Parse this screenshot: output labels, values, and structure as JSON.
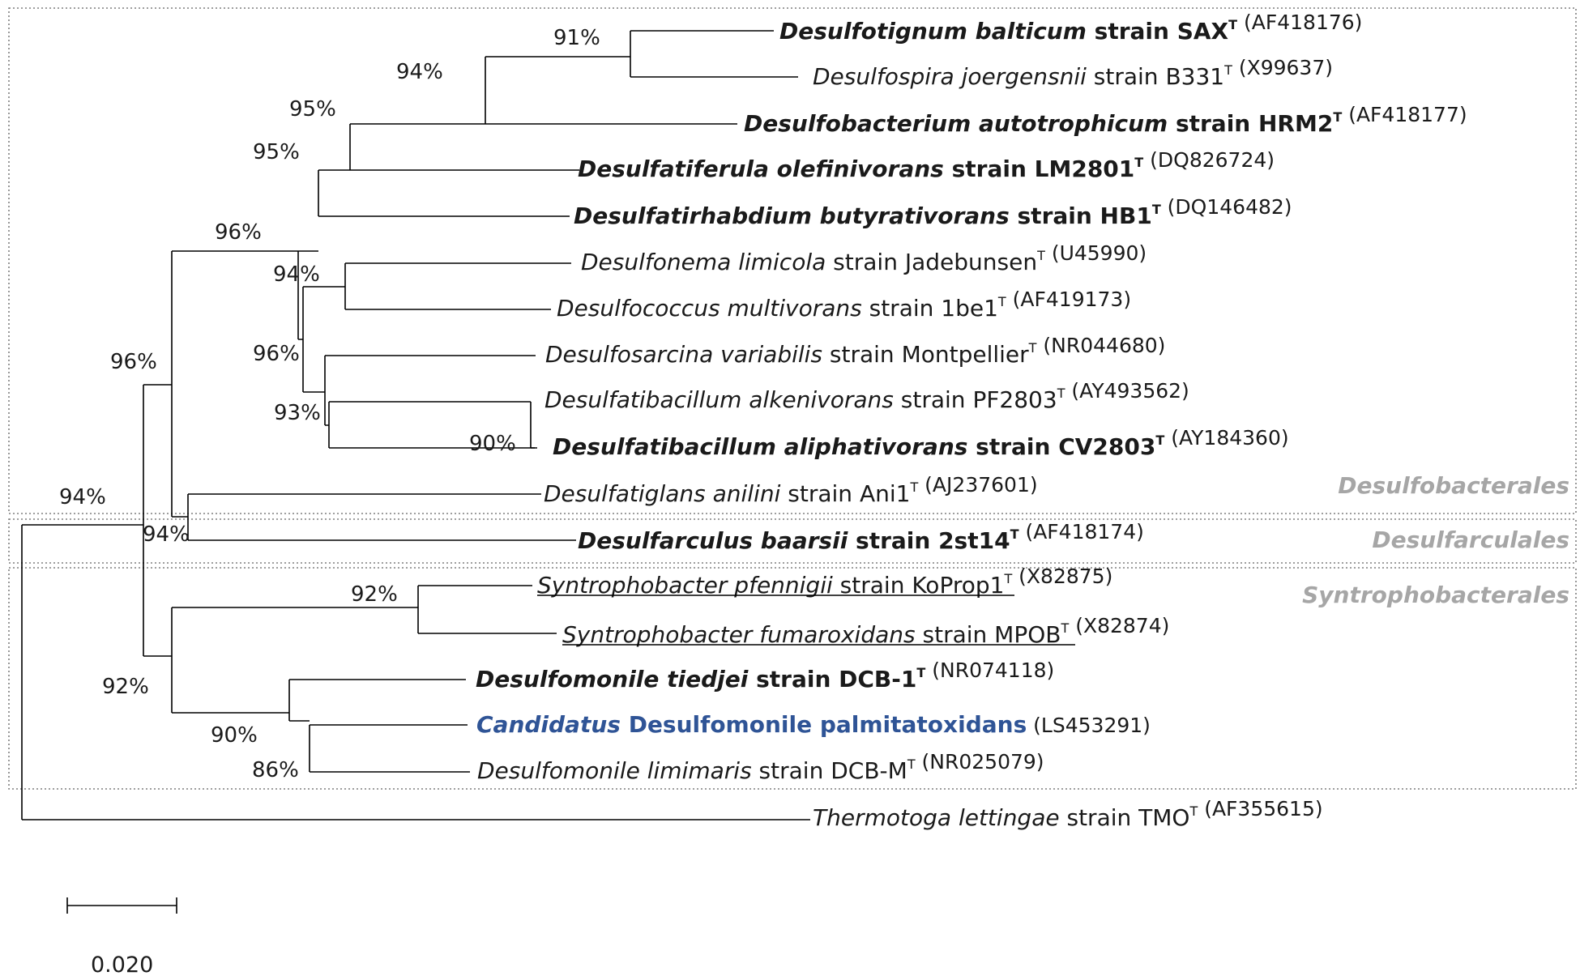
{
  "taxa": [
    {
      "id": "sax",
      "genus": "Desulfotignum",
      "species": "balticum",
      "strain": "SAX",
      "type": "T",
      "acc": "(AF418176)",
      "bold": true
    },
    {
      "id": "b331",
      "genus": "Desulfospira",
      "species": "joergensnii",
      "strain": "B331",
      "type": "T",
      "acc": "(X99637)"
    },
    {
      "id": "hrm2",
      "genus": "Desulfobacterium",
      "species": "autotrophicum",
      "strain": "HRM2",
      "type": "T",
      "acc": "(AF418177)",
      "bold": true
    },
    {
      "id": "lm2801",
      "genus": "Desulfatiferula",
      "species": "olefinivorans",
      "strain": "LM2801",
      "type": "T",
      "acc": "(DQ826724)",
      "bold": true
    },
    {
      "id": "hb1",
      "genus": "Desulfatirhabdium",
      "species": "butyrativorans",
      "strain": "HB1",
      "type": "T",
      "acc": "(DQ146482)",
      "bold": true
    },
    {
      "id": "jade",
      "genus": "Desulfonema",
      "species": "limicola",
      "strain": "Jadebunsen",
      "type": "T",
      "acc": "(U45990)"
    },
    {
      "id": "1be1",
      "genus": "Desulfococcus",
      "species": "multivorans",
      "strain": "1be1",
      "type": "T",
      "acc": "(AF419173)"
    },
    {
      "id": "mont",
      "genus": "Desulfosarcina",
      "species": "variabilis",
      "strain": "Montpellier",
      "type": "T",
      "acc": "(NR044680)"
    },
    {
      "id": "pf2803",
      "genus": "Desulfatibacillum",
      "species": "alkenivorans",
      "strain": "PF2803",
      "type": "T",
      "acc": "(AY493562)"
    },
    {
      "id": "cv2803",
      "genus": "Desulfatibacillum",
      "species": "aliphativorans",
      "strain": "CV2803",
      "type": "T",
      "acc": "(AY184360)",
      "bold": true
    },
    {
      "id": "ani1",
      "genus": "Desulfatiglans",
      "species": "anilini",
      "strain": "Ani1",
      "type": "T",
      "acc": "(AJ237601)"
    },
    {
      "id": "2st14",
      "genus": "Desulfarculus",
      "species": "baarsii",
      "strain": "2st14",
      "type": "T",
      "acc": "(AF418174)",
      "bold": true
    },
    {
      "id": "koprop1",
      "genus": "Syntrophobacter",
      "species": "pfennigii",
      "strain": "KoProp1",
      "type": "T",
      "acc": "(X82875)",
      "underline": true
    },
    {
      "id": "mpob",
      "genus": "Syntrophobacter",
      "species": "fumaroxidans",
      "strain": "MPOB",
      "type": "T",
      "acc": "(X82874)",
      "underline": true
    },
    {
      "id": "dcb1",
      "genus": "Desulfomonile",
      "species": "tiedjei",
      "strain": "DCB-1",
      "type": "T",
      "acc": "(NR074118)",
      "bold": true
    },
    {
      "id": "palm",
      "candidatus": "Candidatus",
      "name": "Desulfomonile palmitatoxidans",
      "acc": "(LS453291)",
      "color": "#2f5496"
    },
    {
      "id": "dcbm",
      "genus": "Desulfomonile",
      "species": "limimaris",
      "strain": "DCB-M",
      "type": "T",
      "acc": "(NR025079)"
    },
    {
      "id": "tmo",
      "genus": "Thermotoga",
      "species": "lettingae",
      "strain": "TMO",
      "type": "T",
      "acc": "(AF355615)"
    }
  ],
  "strain_word": "strain",
  "bootstrap": [
    "91%",
    "94%",
    "95%",
    "95%",
    "96%",
    "94%",
    "96%",
    "93%",
    "90%",
    "96%",
    "94%",
    "94%",
    "92%",
    "92%",
    "90%",
    "86%"
  ],
  "orders": [
    "Desulfobacterales",
    "Desulfarculales",
    "Syntrophobacterales"
  ],
  "scale_bar": {
    "label": "0.020"
  }
}
